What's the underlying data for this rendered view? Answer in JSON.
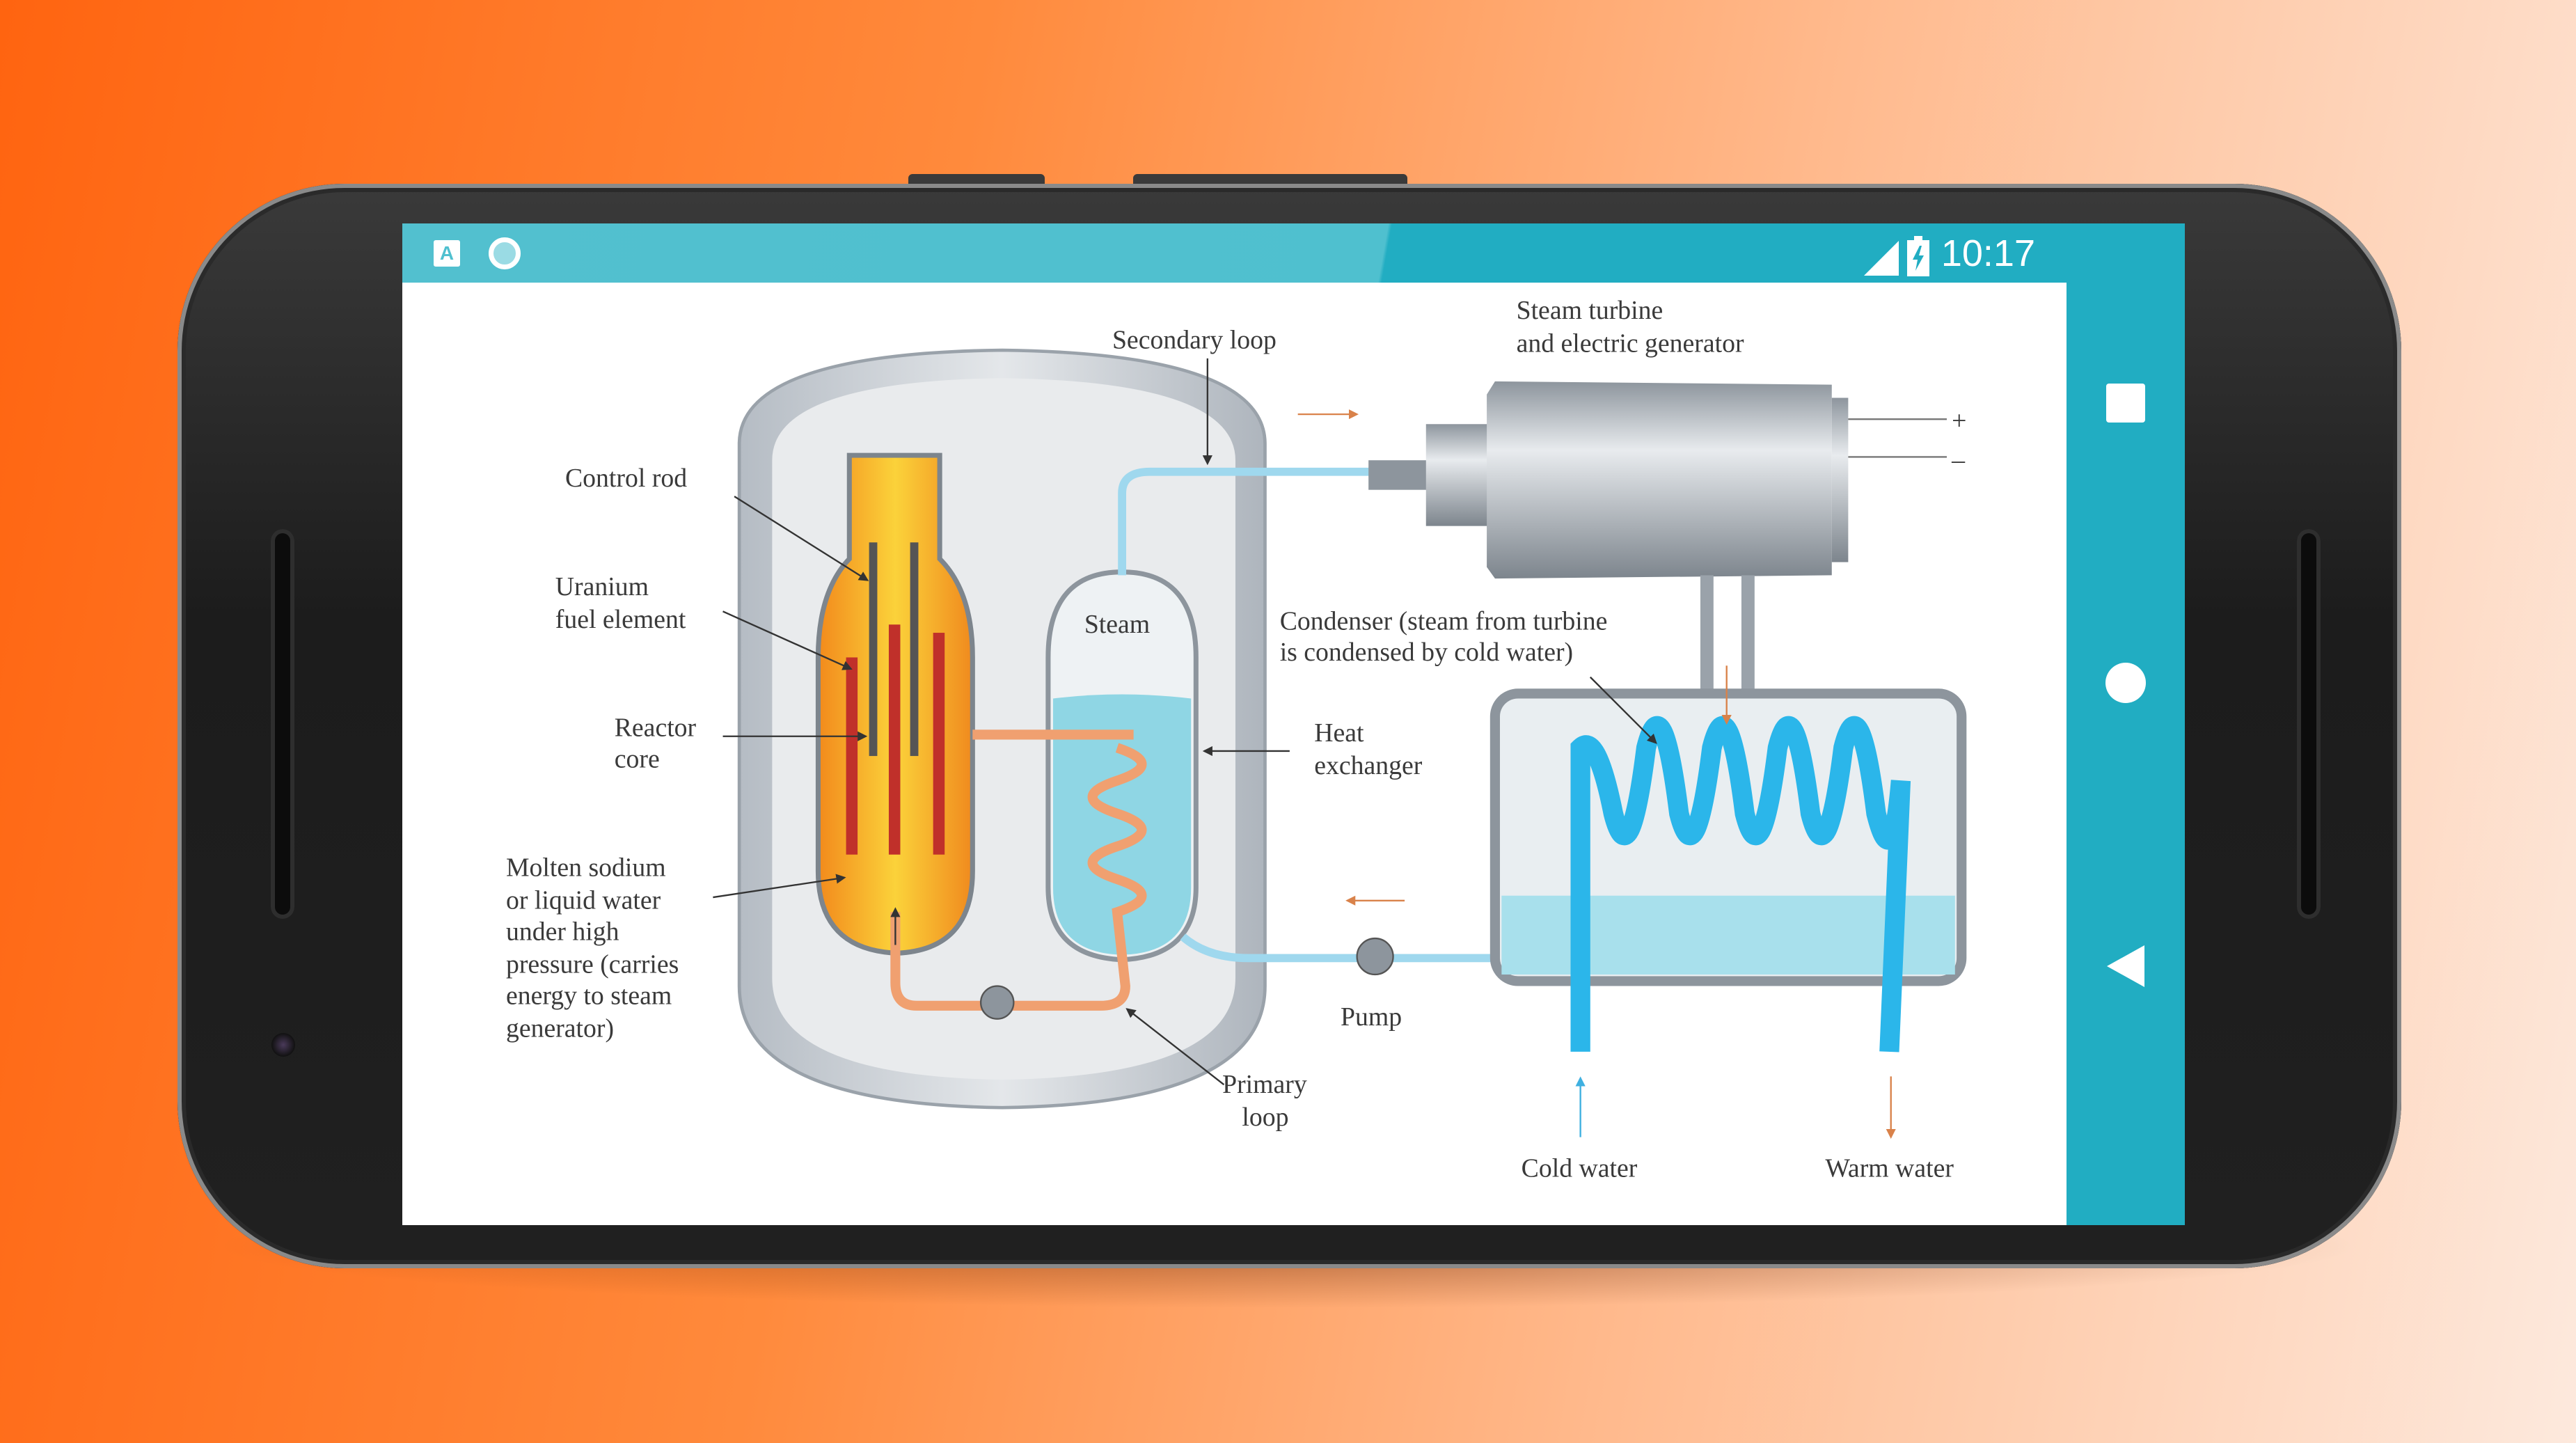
{
  "status_bar": {
    "left_icons": [
      "font-app-icon",
      "circle-app-icon"
    ],
    "right_icons": [
      "signal-icon",
      "battery-charging-icon"
    ],
    "time": "10:17"
  },
  "nav_bar": {
    "buttons": [
      {
        "name": "recents-button",
        "icon": "square-icon"
      },
      {
        "name": "home-button",
        "icon": "circle-icon"
      },
      {
        "name": "back-button",
        "icon": "triangle-back-icon"
      }
    ]
  },
  "diagram": {
    "labels": {
      "secondary_loop": "Secondary loop",
      "turbine_1": "Steam turbine",
      "turbine_2": "and electric generator",
      "plus": "+",
      "minus": "–",
      "control_rod": "Control rod",
      "uranium_1": "Uranium",
      "uranium_2": "fuel element",
      "steam": "Steam",
      "condenser_1": "Condenser (steam from turbine",
      "condenser_2": "is condensed by cold water)",
      "reactor_1": "Reactor",
      "reactor_2": "core",
      "heat_1": "Heat",
      "heat_2": "exchanger",
      "molten": [
        "Molten sodium",
        "or liquid water",
        "under high",
        "pressure (carries",
        "energy to steam",
        "generator)"
      ],
      "pump": "Pump",
      "primary_1": "Primary",
      "primary_2": "loop",
      "cold_water": "Cold water",
      "warm_water": "Warm water"
    },
    "colors": {
      "hot": "#f08a3a",
      "cold": "#3fc0ea",
      "metal": "#aab2ba"
    }
  }
}
